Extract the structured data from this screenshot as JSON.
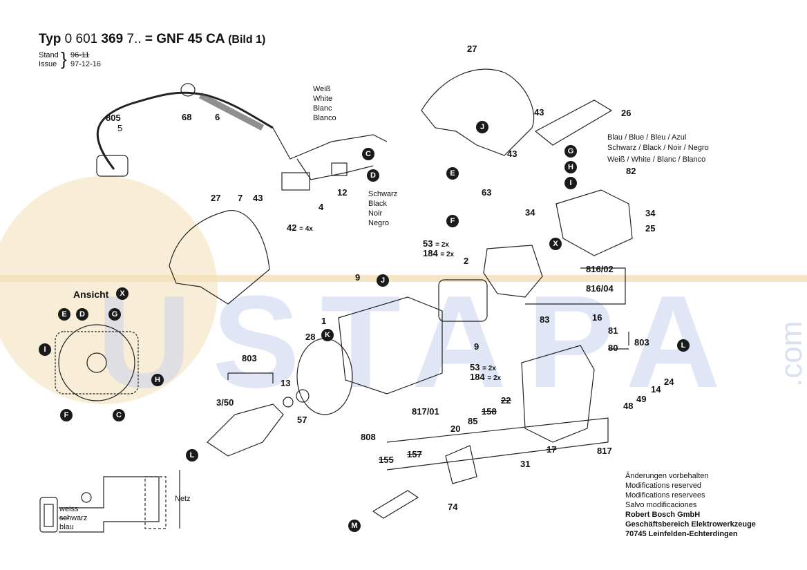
{
  "header": {
    "typ": "Typ",
    "number_a": "0 601",
    "number_b": "369",
    "number_c": "7..",
    "equals": "=",
    "model": "GNF 45 CA",
    "bild": "(Bild 1)",
    "stand": "Stand",
    "issue": "Issue",
    "stand_value": "96-11",
    "issue_value": "97-12-16"
  },
  "watermark": {
    "text": "USTAPA",
    "side": ".com",
    "color": "#c9d3ef",
    "accent": "#f3dfb8"
  },
  "wire_labels": {
    "white": [
      "Weiß",
      "White",
      "Blanc",
      "Blanco"
    ],
    "black": [
      "Schwarz",
      "Black",
      "Noir",
      "Negro"
    ],
    "right_blue": "Blau / Blue / Bleu / Azul",
    "right_black": "Schwarz / Black / Noir / Negro",
    "right_white": "Weiß / White / Blanc / Blanco"
  },
  "ansicht": "Ansicht",
  "circuit": {
    "netz": "Netz",
    "weiss": "weiss",
    "schwarz": "schwarz",
    "blau": "blau"
  },
  "parts": {
    "p27a": "27",
    "p26": "26",
    "p43a": "43",
    "p43b": "43",
    "p43c": "43",
    "p805": "805",
    "p5": "5",
    "p68": "68",
    "p6": "6",
    "p4": "4",
    "p12": "12",
    "p42": "42",
    "p42q": "= 4x",
    "p27b": "27",
    "p7": "7",
    "p63": "63",
    "p82": "82",
    "p34a": "34",
    "p34b": "34",
    "p25": "25",
    "p53a": "53",
    "p53aq": "= 2x",
    "p184a": "184",
    "p184aq": "= 2x",
    "p2": "2",
    "p816_02": "816/02",
    "p816_04": "816/04",
    "p16": "16",
    "p9a": "9",
    "p9b": "9",
    "p1": "1",
    "p28": "28",
    "p83": "83",
    "p81": "81",
    "p80": "80",
    "p803a": "803",
    "p803b": "803",
    "p49": "49",
    "p14": "14",
    "p24": "24",
    "p48": "48",
    "p53b": "53",
    "p53bq": "= 2x",
    "p184b": "184",
    "p184bq": "= 2x",
    "p13": "13",
    "p350": "3/50",
    "p57": "57",
    "p808": "808",
    "p817_01": "817/01",
    "p85": "85",
    "p158": "158",
    "p22": "22",
    "p20": "20",
    "p155": "155",
    "p157": "157",
    "p31": "31",
    "p17": "17",
    "p817": "817",
    "p74": "74"
  },
  "markers": {
    "J": "J",
    "C": "C",
    "D": "D",
    "G": "G",
    "H": "H",
    "I": "I",
    "E": "E",
    "F": "F",
    "X": "X",
    "K": "K",
    "L": "L",
    "M": "M"
  },
  "notes": {
    "line1": "Änderungen vorbehalten",
    "line2": "Modifications reserved",
    "line3": "Modifications reservees",
    "line4": "Salvo modificaciones",
    "company1": "Robert Bosch GmbH",
    "company2": "Geschäftsbereich Elektrowerkzeuge",
    "company3": "70745 Leinfelden-Echterdingen"
  }
}
